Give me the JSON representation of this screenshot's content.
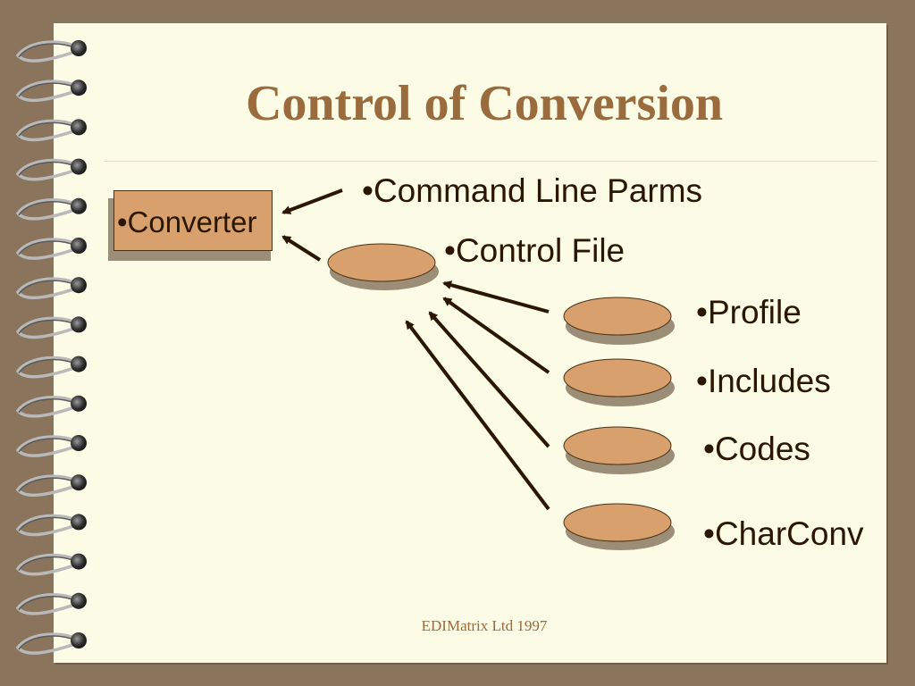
{
  "slide": {
    "title": "Control of Conversion",
    "footer": "EDIMatrix Ltd 1997"
  },
  "diagram": {
    "converter_label": "•Converter",
    "command_line_label": "•Command Line Parms",
    "control_file_label": "•Control File",
    "profile_label": "•Profile",
    "includes_label": "•Includes",
    "codes_label": "•Codes",
    "charconv_label": "•CharConv"
  },
  "colors": {
    "frame": "#8a745c",
    "page": "#fbfbe6",
    "title": "#9a6b3d",
    "node_fill": "#d7a06c",
    "node_shadow": "#9c8d76",
    "arrow": "#2b1600"
  }
}
